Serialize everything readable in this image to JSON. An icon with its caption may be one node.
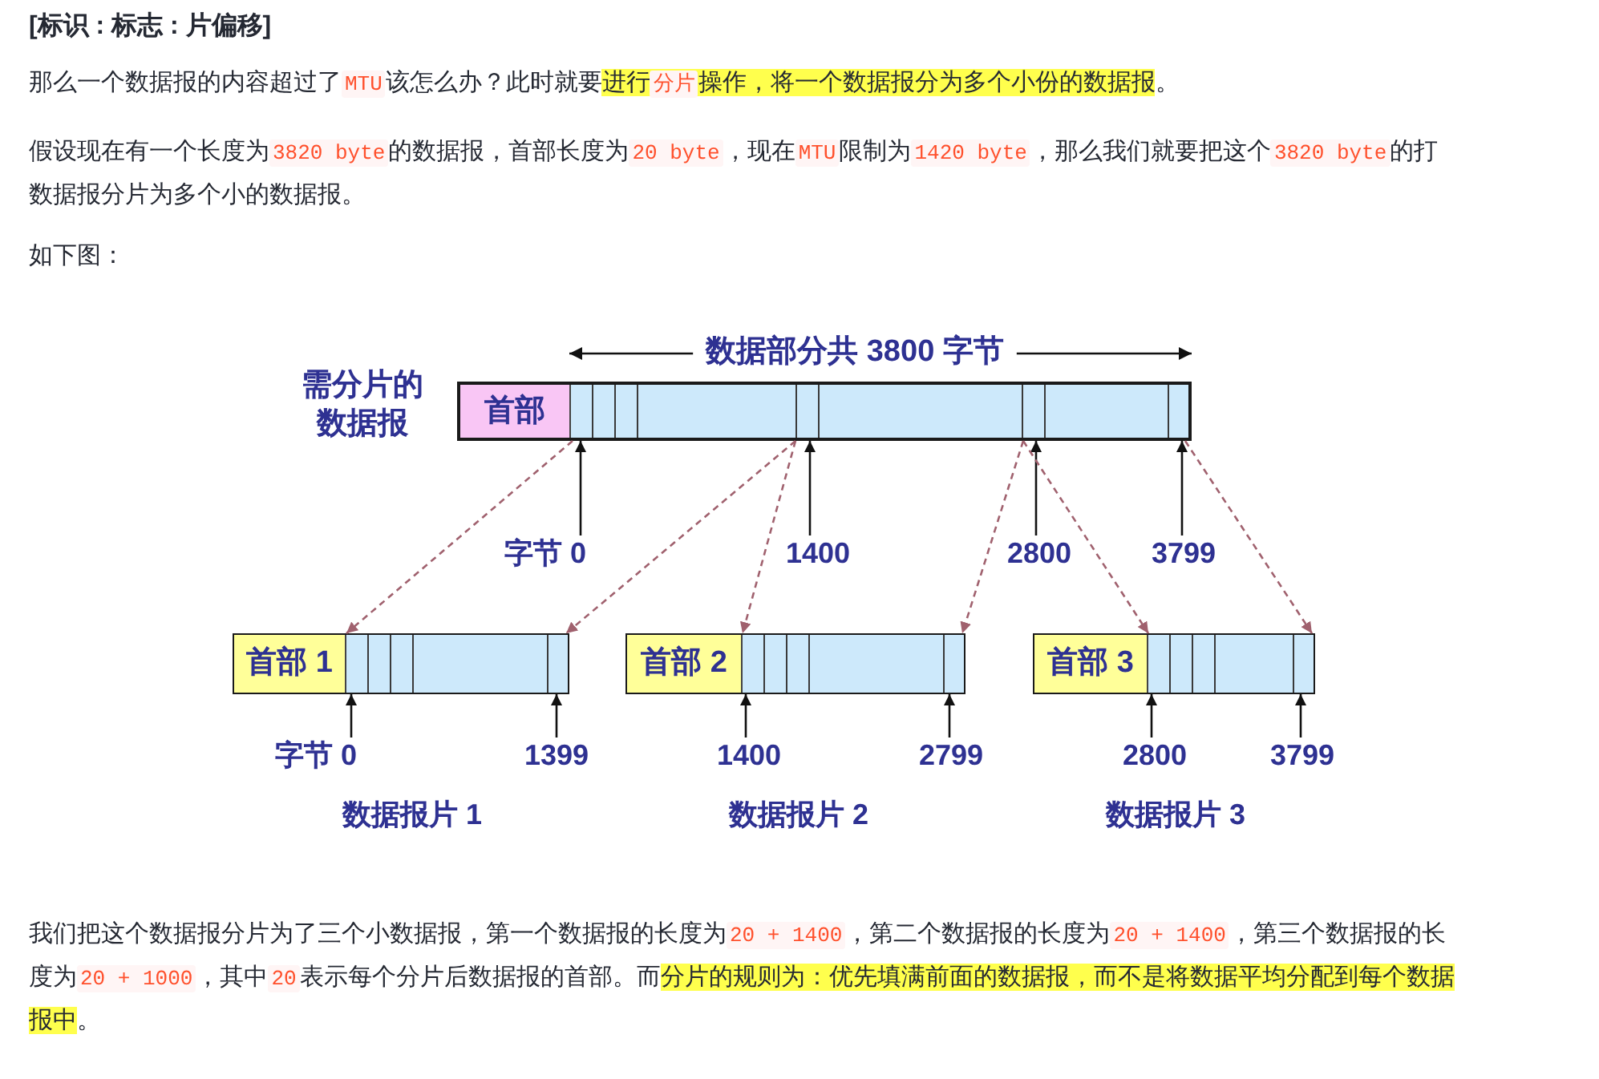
{
  "diagram": {
    "title": "[标识 : 标志 : 片偏移]",
    "nodes": [
      {
        "text": [],
        "shape": "bar",
        "beside": [
          "需分片的数据报"
        ]
      },
      {
        "text": [
          "首部"
        ],
        "in": 0
      },
      {
        "text": [],
        "shape": "bar",
        "in": 0
      },
      {
        "text": [
          "字节 0"
        ]
      },
      {
        "text": [
          "1400"
        ]
      },
      {
        "text": [
          "2800"
        ]
      },
      {
        "text": [
          "3799"
        ]
      },
      {
        "text": [],
        "shape": "bar"
      },
      {
        "text": [
          "首部 1"
        ],
        "in": 7
      },
      {
        "text": [],
        "shape": "bar",
        "in": 7
      },
      {
        "text": [
          "字节 0"
        ]
      },
      {
        "text": [
          "1399"
        ]
      },
      {
        "text": [],
        "shape": "bar"
      },
      {
        "text": [
          "首部 2"
        ],
        "in": 12
      },
      {
        "text": [],
        "shape": "bar",
        "in": 12
      },
      {
        "text": [
          "1400"
        ]
      },
      {
        "text": [
          "2799"
        ]
      },
      {
        "text": [],
        "shape": "bar"
      },
      {
        "text": [
          "首部 3"
        ],
        "in": 17
      },
      {
        "text": [],
        "shape": "bar",
        "in": 17
      },
      {
        "text": [
          "2800"
        ]
      },
      {
        "text": [
          "3799"
        ]
      }
    ],
    "edges": [
      {
        "from": 3,
        "to": 2,
        "arrow": "to"
      },
      {
        "from": 4,
        "to": 2,
        "arrow": "to"
      },
      {
        "from": 5,
        "to": 2,
        "arrow": "to"
      },
      {
        "from": 6,
        "to": 2,
        "arrow": "to"
      },
      {
        "from": 2,
        "to": 9,
        "arrow": "to",
        "style": "dashed",
        "color": "#a0616e"
      },
      {
        "from": 2,
        "to": 9,
        "arrow": "to",
        "style": "dashed",
        "color": "#a0616e"
      },
      {
        "from": 2,
        "to": 14,
        "arrow": "to",
        "style": "dashed",
        "color": "#a0616e"
      },
      {
        "from": 2,
        "to": 14,
        "arrow": "to",
        "style": "dashed",
        "color": "#a0616e"
      },
      {
        "from": 2,
        "to": 19,
        "arrow": "to",
        "style": "dashed",
        "color": "#a0616e"
      },
      {
        "from": 2,
        "to": 19,
        "arrow": "to",
        "style": "dashed",
        "color": "#a0616e"
      },
      {
        "from": 10,
        "to": 9,
        "arrow": "to"
      },
      {
        "from": 11,
        "to": 9,
        "arrow": "to"
      },
      {
        "from": 15,
        "to": 14,
        "arrow": "to"
      },
      {
        "from": 16,
        "to": 14,
        "arrow": "to"
      },
      {
        "from": 20,
        "to": 19,
        "arrow": "to"
      },
      {
        "from": 21,
        "to": 19,
        "arrow": "to"
      }
    ],
    "labels": [
      "那么一个数据报的内容超过了MTU该怎么办？此时就要进行分片操作，将一个数据报分为多个小份的数据报。",
      "假设现在有一个长度为3820 byte的数据报，首部长度为20 byte，现在MTU限制为1420 byte，那么我们就要把这个3820 byte的打数据报分片为多个小的数据报。",
      "如下图：",
      "数据部分共 3800 字节",
      "数据报片 1",
      "数据报片 2",
      "数据报片 3",
      "我们把这个数据报分片为了三个小数据报，第一个数据报的长度为20 + 1400，第二个数据报的长度为20 + 1400，第三个数据报的长度为20 + 1000，其中20表示每个分片后数据报的首部。而分片的规则为：优先填满前面的数据报，而不是将数据平均分配到每个数据报中。"
    ]
  }
}
